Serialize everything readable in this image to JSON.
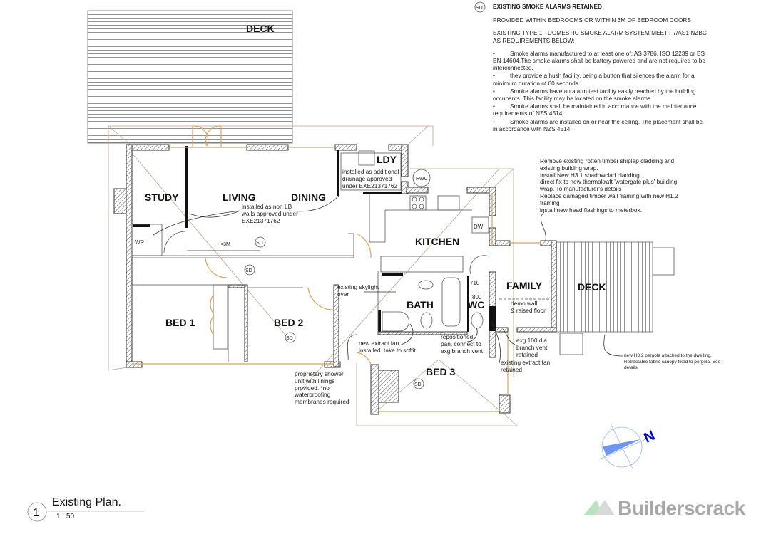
{
  "rooms": {
    "deck_top": "DECK",
    "study": "STUDY",
    "living": "LIVING",
    "dining": "DINING",
    "laundry": "LDY",
    "kitchen": "KITCHEN",
    "family": "FAMILY",
    "deck_right": "DECK",
    "bath": "BATH",
    "wc": "WC",
    "bed1": "BED 1",
    "bed2": "BED 2",
    "bed3": "BED 3",
    "wardrobe": "WR"
  },
  "fixtures": {
    "hot_water_cylinder": "HWC",
    "dishwasher": "DW",
    "dim_710": "710",
    "dim_800": "800",
    "distance": "<3M",
    "smoke_detector": "SD"
  },
  "smoke_notes": {
    "symbol": "SD",
    "heading": "EXISTING SMOKE ALARMS RETAINED",
    "line1": "PROVIDED WITHIN BEDROOMS OR WITHIN 3M OF BEDROOM DOORS",
    "line2": "EXISTING TYPE 1 - DOMESTIC SMOKE ALARM SYSTEM MEET F7/AS1 NZBC AS REQUIREMENTS BELOW:",
    "bullets": [
      "Smoke alarms manufactured to at least one of: AS 3786, ISO 12239 or BS EN 14604.The smoke alarms shall be battery powered and are not required to be interconnected.",
      "they provide a hush facility, being a button that silences the alarm for a minimum duration of 60 seconds.",
      "Smoke alarms have an alarm test facility easily reached by the building occupants. This facility may be located on the smoke alarms",
      "Smoke alarms shall be maintained in accordance with the maintenance requirements of NZS 4514.",
      "Smoke alarms are installed on or near the ceiling. The placement shall be in accordance with NZS 4514."
    ]
  },
  "annotations": {
    "laundry_drainage": "installed as additional\ndrainage approved\nunder EXE21371762",
    "non_lb_walls": "installed as non LB\nwalls approved under\nEXE21371762",
    "skylight": "existing skylight\nover",
    "extract_fan_new": "new extract fan\ninstalled. take to soffit",
    "pan": "repositioned\npan. connect to\nexg branch vent",
    "demo_wall": "demo wall\n& raised floor",
    "branch_vent": "exg 100 dia\nbranch vent\nretained",
    "extract_fan_existing": "existing extract fan\nretained",
    "shower": "proprietary shower\nunit with linings\nprovided. *no\nwaterproofing\nmembranes required",
    "cladding": "Remove existing rotten timber shiplap cladding and\nexisting building wrap.\nInstall New H3.1 shadowclad cladding\ndirect fix to new thermakraft 'watergate plus' building\nwrap. To manufacturer's details\nReplace damaged timber wall framing with new H1.2\nframing\ninstall new head flashings to meterbox.",
    "pergola": "new H3.2 pergola attached to the dwelling.\nRetractable fabric canopy fixed to pergola. See\ndetails"
  },
  "compass": {
    "label": "N",
    "color": "#0000cc",
    "arrow_color": "#6f97f0"
  },
  "title_block": {
    "number": "1",
    "title": "Existing Plan.",
    "scale": "1 : 50"
  },
  "watermark": {
    "text": "Builderscrack",
    "mark_color": "#9fd8a8",
    "text_color": "#a8a8a8"
  }
}
